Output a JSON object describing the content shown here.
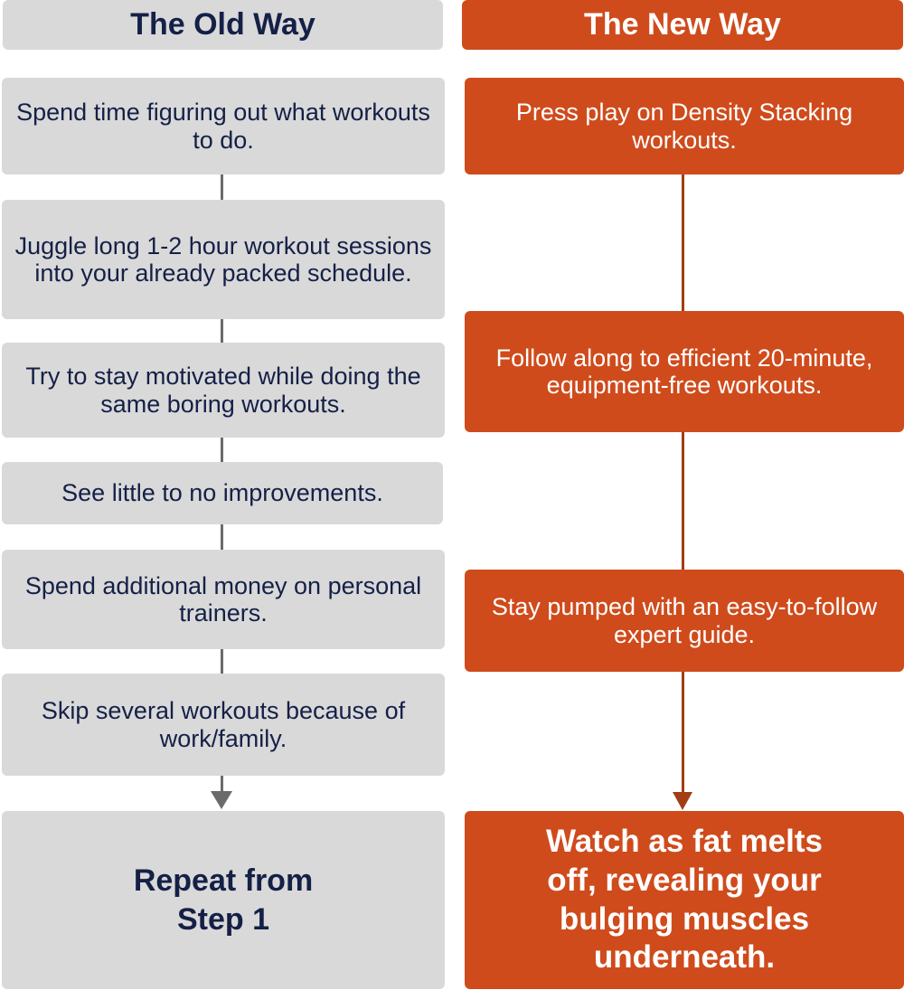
{
  "old_way": {
    "header": "The Old Way",
    "steps": [
      "Spend time figuring out what workouts to do.",
      "Juggle long 1-2 hour workout sessions into your already packed schedule.",
      "Try to stay motivated while doing the same boring workouts.",
      "See little to no improvements.",
      "Spend additional money on personal trainers.",
      "Skip several workouts because of work/family."
    ],
    "final": "Repeat from Step 1"
  },
  "new_way": {
    "header": "The New Way",
    "steps": [
      "Press play on Density Stacking workouts.",
      "Follow along to efficient 20-minute, equipment-free workouts.",
      "Stay pumped with an easy-to-follow expert guide."
    ],
    "final": "Watch as fat melts off, revealing your bulging muscles underneath."
  },
  "colors": {
    "old_box": "#d9d9d9",
    "old_text": "#152047",
    "new_box": "#cf4b1c",
    "new_text": "#ffffff"
  }
}
